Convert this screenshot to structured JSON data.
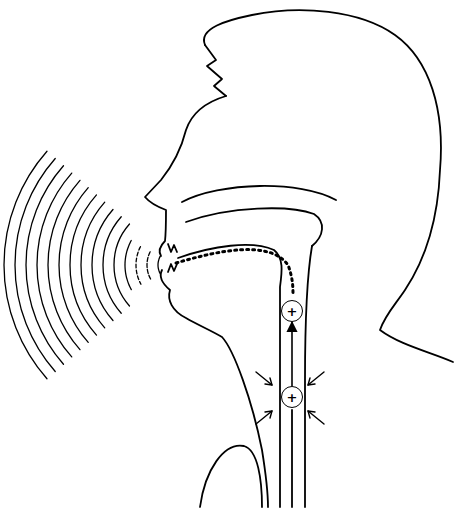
{
  "diagram": {
    "nodes": [
      {
        "text": [
          "+"
        ]
      },
      {
        "text": [
          "+"
        ]
      }
    ],
    "edges": [
      {
        "from": 1,
        "to": 0,
        "arrow": "to"
      }
    ]
  }
}
